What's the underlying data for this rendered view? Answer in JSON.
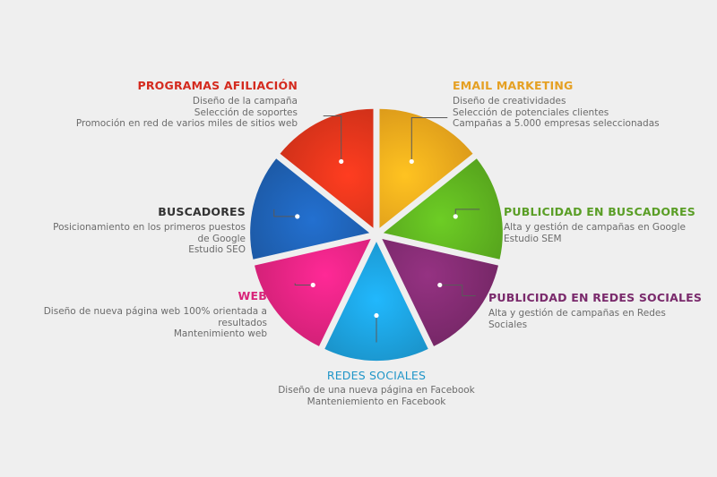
{
  "segments": [
    {
      "id": "email-marketing",
      "title": "EMAIL MARKETING",
      "lines": [
        "Diseño de creatividades",
        "Selección de potenciales clientes",
        "Campañas a 5.000 empresas seleccionadas"
      ],
      "color": "#f7a51c",
      "title_color": "#e5a023"
    },
    {
      "id": "publicidad-buscadores",
      "title": "PUBLICIDAD EN BUSCADORES",
      "lines": [
        "Alta y gestión de campañas en Google",
        "Estudio SEM"
      ],
      "color": "#5cae1f",
      "title_color": "#5a9e26"
    },
    {
      "id": "publicidad-redes-sociales",
      "title": "PUBLICIDAD EN REDES SOCIALES",
      "lines": [
        "Alta y gestión de campañas en Redes",
        "Sociales"
      ],
      "color": "#7e2a6e",
      "title_color": "#7a2a6c"
    },
    {
      "id": "redes-sociales",
      "title": "REDES SOCIALES",
      "lines": [
        "Diseño de una nueva página en Facebook",
        "Manteniemiento en Facebook"
      ],
      "color": "#1c9cd6",
      "title_color": "#2196c8"
    },
    {
      "id": "web",
      "title": "WEB",
      "lines": [
        "Diseño de nueva página web 100% orientada a",
        "resultados",
        "Mantenimiento web"
      ],
      "color": "#e6237f",
      "title_color": "#d8247a"
    },
    {
      "id": "buscadores",
      "title": "BUSCADORES",
      "lines": [
        "Posicionamiento en los primeros puestos",
        "de Google",
        "Estudio SEO"
      ],
      "color": "#1e5fb0",
      "title_color": "#333333"
    },
    {
      "id": "programas-afiliacion",
      "title": "PROGRAMAS AFILIACIÓN",
      "lines": [
        "Diseño de la campaña",
        "Selección de soportes",
        "Promoción en red de varios miles de sitios web"
      ],
      "color": "#e2341b",
      "title_color": "#d42a1e"
    }
  ]
}
